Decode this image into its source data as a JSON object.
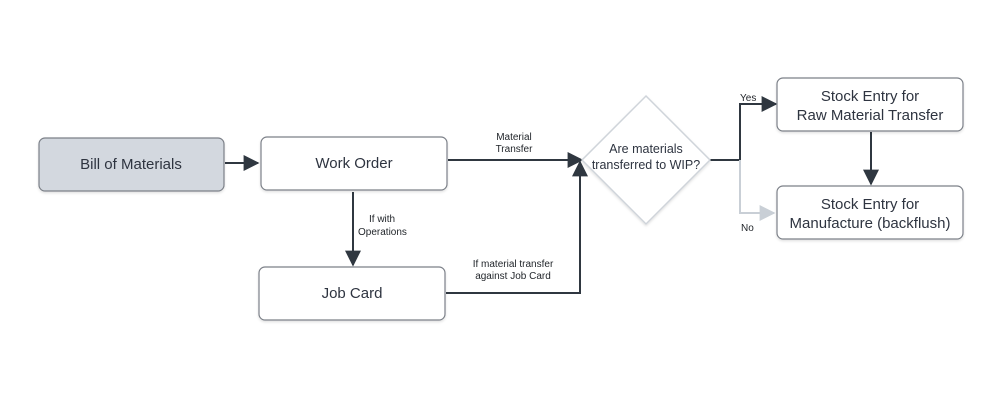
{
  "nodes": {
    "bom": {
      "label": "Bill of Materials"
    },
    "work_order": {
      "label": "Work Order"
    },
    "job_card": {
      "label": "Job Card"
    },
    "decision": {
      "line1": "Are materials",
      "line2": "transferred to WIP?"
    },
    "stock_raw": {
      "line1": "Stock Entry for",
      "line2": "Raw Material Transfer"
    },
    "stock_manufacture": {
      "line1": "Stock Entry for",
      "line2": "Manufacture (backflush)"
    }
  },
  "edges": {
    "material_transfer": {
      "line1": "Material",
      "line2": "Transfer"
    },
    "if_with_operations": {
      "line1": "If with",
      "line2": "Operations"
    },
    "job_card_transfer": {
      "line1": "If material transfer",
      "line2": "against Job Card"
    },
    "yes": {
      "label": "Yes"
    },
    "no": {
      "label": "No"
    }
  },
  "colors": {
    "box_border": "#7b8088",
    "bom_fill": "#d3d8df",
    "arrow": "#2f3740",
    "arrow_muted": "#c9cfd6",
    "diamond_border": "#cfd4da"
  }
}
